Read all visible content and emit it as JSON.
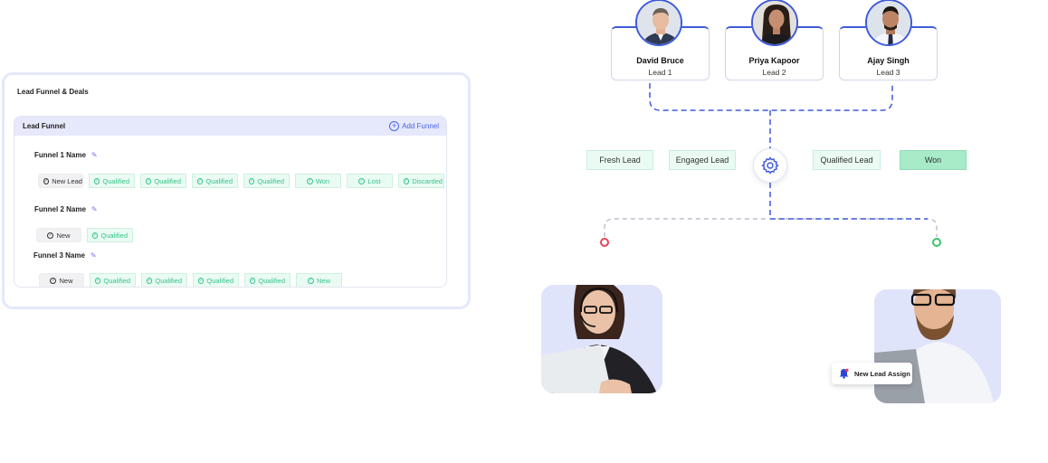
{
  "card": {
    "title": "Lead Funnel & Deals",
    "panel_title": "Lead Funnel",
    "add_funnel_label": "Add Funnel",
    "funnels": [
      {
        "name": "Funnel 1 Name",
        "stages": [
          "New Lead",
          "Qualified",
          "Qualified",
          "Qualified",
          "Qualified",
          "Won",
          "Lost",
          "Discarded"
        ]
      },
      {
        "name": "Funnel 2 Name",
        "stages": [
          "New",
          "Qualified"
        ]
      },
      {
        "name": "Funnel 3 Name",
        "stages": [
          "New",
          "Qualified",
          "Qualified",
          "Qualified",
          "Qualified",
          "New"
        ]
      }
    ]
  },
  "leads": [
    {
      "name": "David Bruce",
      "role": "Lead 1"
    },
    {
      "name": "Priya Kapoor",
      "role": "Lead 2"
    },
    {
      "name": "Ajay Singh",
      "role": "Lead 3"
    }
  ],
  "statuses": [
    "Fresh Lead",
    "Engaged Lead",
    "Qualified Lead",
    "Won"
  ],
  "notification": {
    "label": "New Lead Assign",
    "icon": "bell-icon"
  },
  "colors": {
    "accent_blue": "#3f5ad8",
    "green": "#35c28a",
    "won_fill": "#a8ebc9",
    "red_dot": "#e8435a",
    "green_dot": "#3cc46a",
    "panel_header": "#e6e8fc"
  }
}
